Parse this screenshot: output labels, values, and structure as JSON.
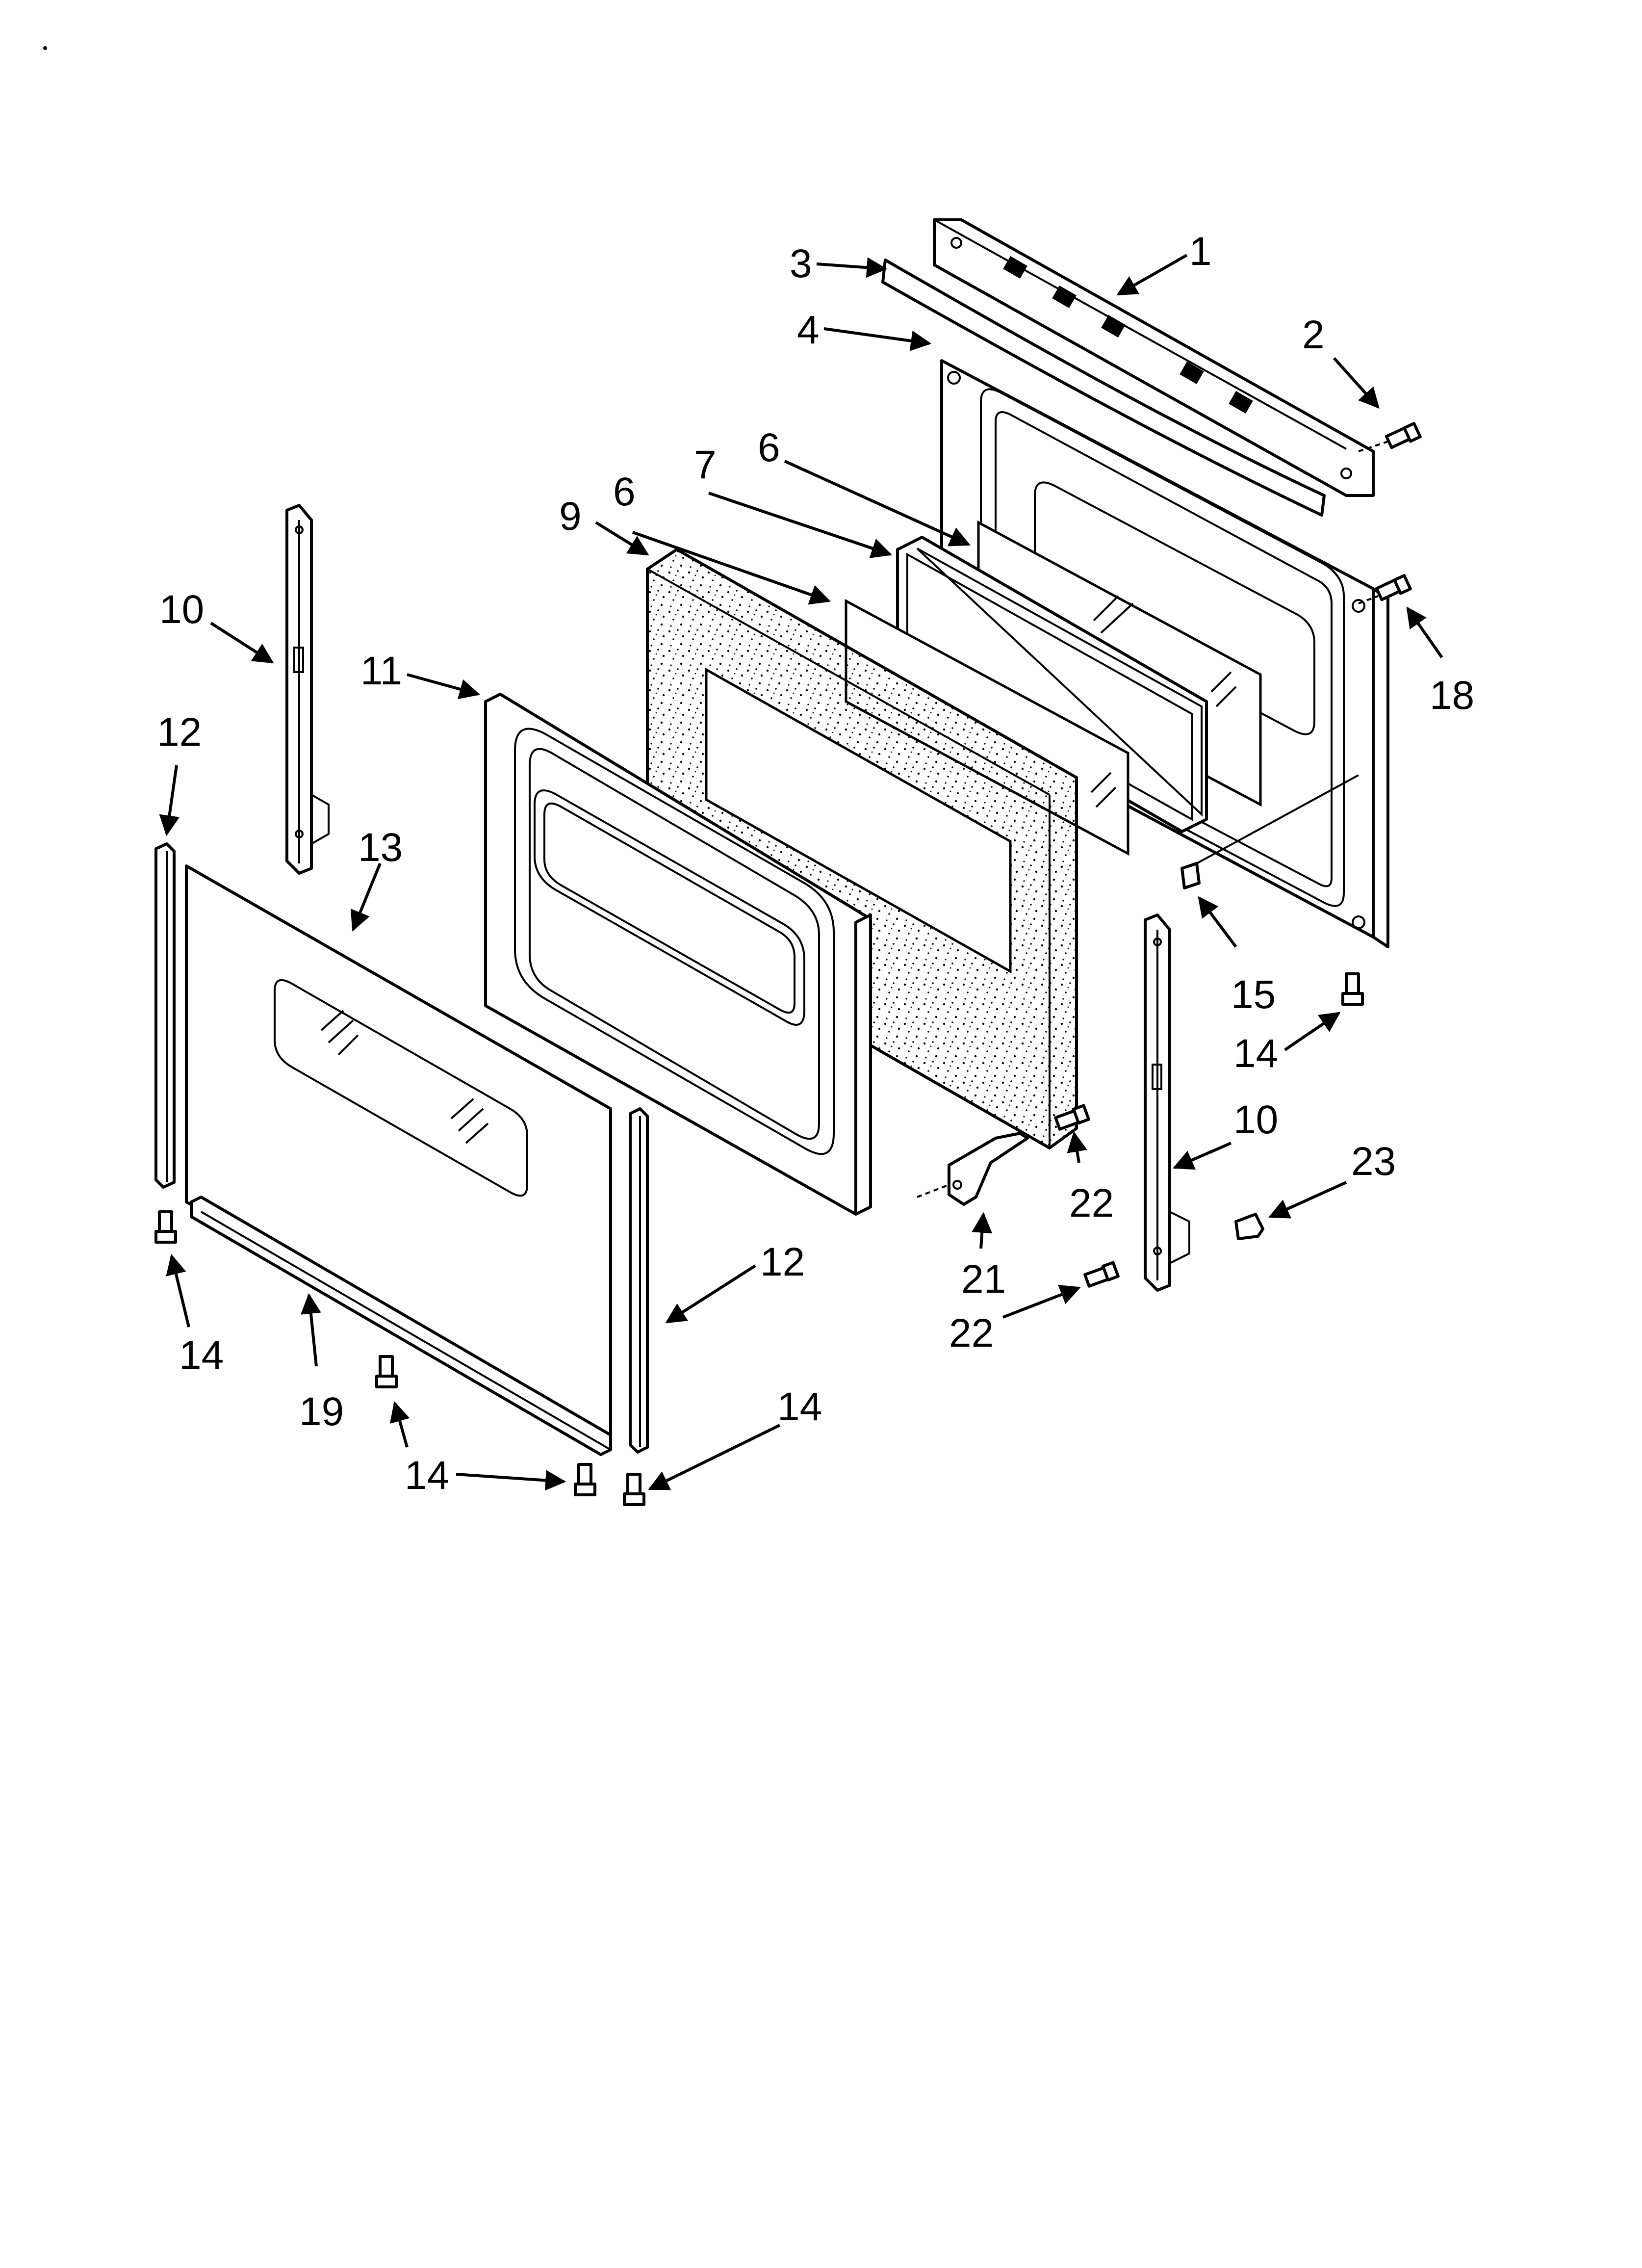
{
  "diagram": {
    "callouts": [
      {
        "id": "c1",
        "text": "1"
      },
      {
        "id": "c2",
        "text": "2"
      },
      {
        "id": "c3",
        "text": "3"
      },
      {
        "id": "c4",
        "text": "4"
      },
      {
        "id": "c6a",
        "text": "6"
      },
      {
        "id": "c7",
        "text": "7"
      },
      {
        "id": "c9",
        "text": "9"
      },
      {
        "id": "c6b",
        "text": "6"
      },
      {
        "id": "c10a",
        "text": "10"
      },
      {
        "id": "c11",
        "text": "11"
      },
      {
        "id": "c18",
        "text": "18"
      },
      {
        "id": "c12a",
        "text": "12"
      },
      {
        "id": "c13",
        "text": "13"
      },
      {
        "id": "c15",
        "text": "15"
      },
      {
        "id": "c14a",
        "text": "14"
      },
      {
        "id": "c10b",
        "text": "10"
      },
      {
        "id": "c23",
        "text": "23"
      },
      {
        "id": "c22a",
        "text": "22"
      },
      {
        "id": "c12b",
        "text": "12"
      },
      {
        "id": "c21",
        "text": "21"
      },
      {
        "id": "c14b",
        "text": "14"
      },
      {
        "id": "c22b",
        "text": "22"
      },
      {
        "id": "c19",
        "text": "19"
      },
      {
        "id": "c14c",
        "text": "14"
      },
      {
        "id": "c14d",
        "text": "14"
      }
    ]
  }
}
